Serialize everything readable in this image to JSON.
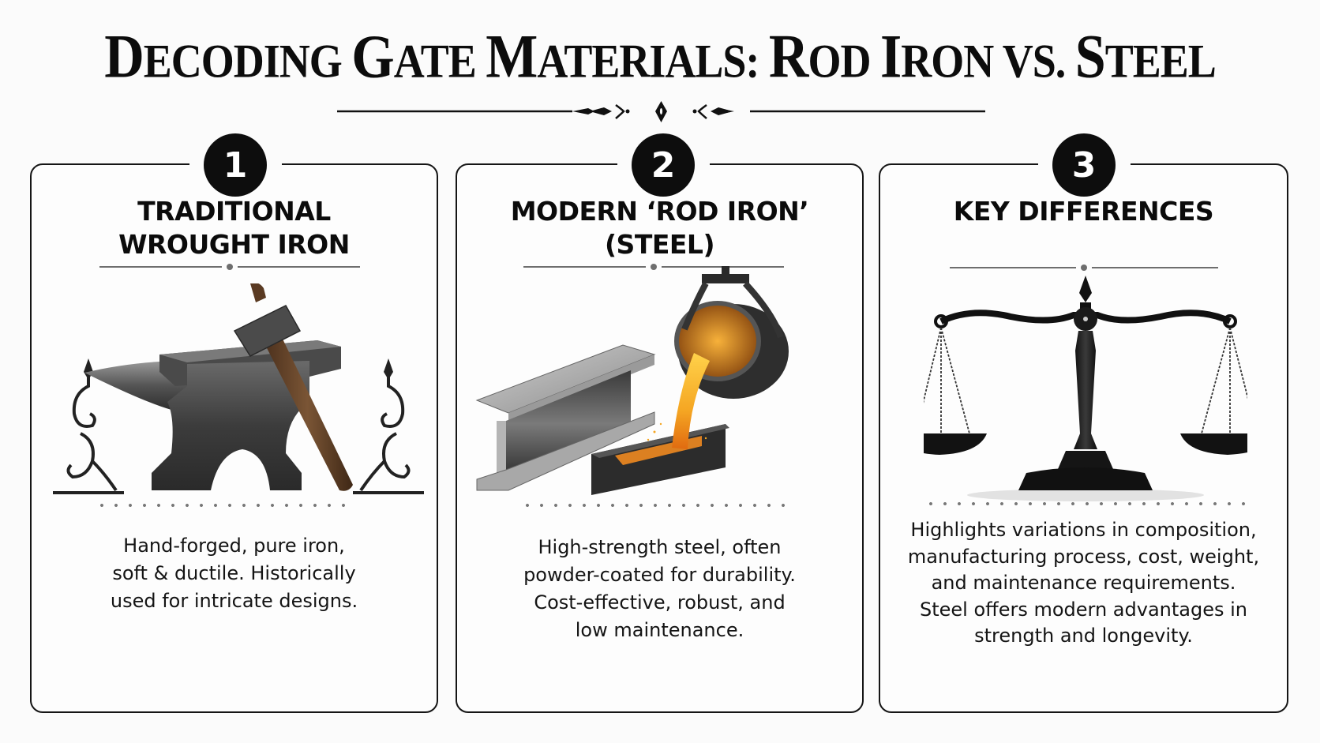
{
  "header": {
    "title_parts": [
      "D",
      "ECODING ",
      "G",
      "ATE ",
      "M",
      "ATERIALS: ",
      "R",
      "OD ",
      "I",
      "RON VS. ",
      "S",
      "TEEL"
    ],
    "title": "Decoding Gate Materials: Rod Iron vs. Steel",
    "ornament_icon": "flourish-divider-icon"
  },
  "panels": [
    {
      "number": "1",
      "heading_lines": [
        "TRADITIONAL",
        "WROUGHT IRON"
      ],
      "illustration": "anvil-and-hammer-with-scrollwork",
      "description_lines": [
        "Hand-forged, pure iron,",
        "soft & ductile. Historically",
        "used for intricate designs."
      ]
    },
    {
      "number": "2",
      "heading_lines": [
        "MODERN ‘ROD IRON’",
        "(STEEL)"
      ],
      "illustration": "steel-i-beam-and-molten-ladle",
      "description_lines": [
        "High-strength steel, often",
        "powder-coated for durability.",
        "Cost-effective, robust, and",
        "low maintenance."
      ]
    },
    {
      "number": "3",
      "heading_lines": [
        "KEY DIFFERENCES"
      ],
      "illustration": "balance-scale",
      "description_lines": [
        "Highlights variations in composition,",
        "manufacturing process, cost, weight,",
        "and maintenance requirements.",
        "Steel offers modern advantages in",
        "strength and longevity."
      ]
    }
  ],
  "colors": {
    "background": "#fbfbfb",
    "ink": "#0c0c0c",
    "divider": "#6e6e6e",
    "molten": "#f5a623",
    "wood": "#6b4a2f",
    "steel": "#8a8a8a"
  }
}
